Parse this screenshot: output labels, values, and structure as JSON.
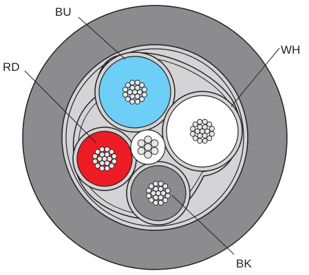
{
  "labels": {
    "blue": "BU",
    "white": "WH",
    "red": "RD",
    "black": "BK"
  },
  "colors": {
    "outer_jacket": "#8c8c8e",
    "inner_sheath": "#d4d4d6",
    "outline": "#231f20",
    "blue_core": "#6dcff6",
    "white_core": "#ffffff",
    "red_core": "#ed1c24",
    "black_core": "#8c8c8e",
    "strand": "#e6e6e6"
  }
}
